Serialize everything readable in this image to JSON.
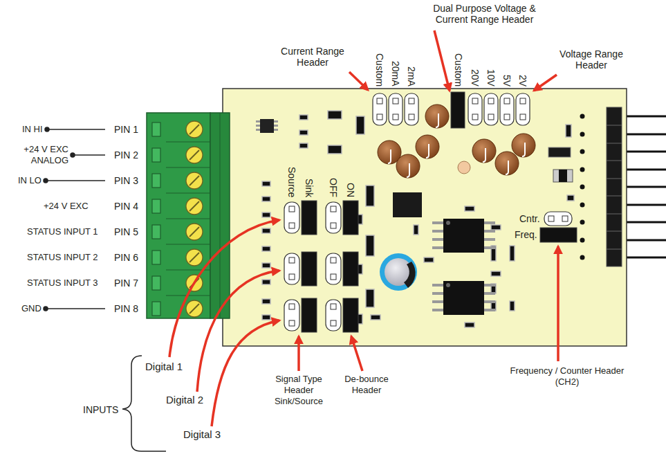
{
  "diagram": {
    "labels": [
      "IN HI",
      "PIN 1",
      "+24 V EXC ANALOG",
      "PIN 2",
      "IN LO",
      "PIN 3",
      "+24 V EXC",
      "PIN 4",
      "STATUS INPUT 1",
      "PIN 5",
      "STATUS INPUT 2",
      "PIN 6",
      "STATUS INPUT 3",
      "PIN 7",
      "GND",
      "PIN 8",
      "Current Range Header",
      "Custom",
      "20mA",
      "2mA",
      "Dual Purpose Voltage & Current Range Header",
      "Custom",
      "20V",
      "10V",
      "5V",
      "2V",
      "Voltage Range Header",
      "Source",
      "Sink",
      "OFF",
      "ON",
      "Cntr.",
      "Freq.",
      "Digital 1",
      "Digital 2",
      "INPUTS",
      "Digital 3",
      "Signal Type Header Sink/Source",
      "De-bounce Header",
      "Frequency / Counter Header (CH2)"
    ]
  }
}
